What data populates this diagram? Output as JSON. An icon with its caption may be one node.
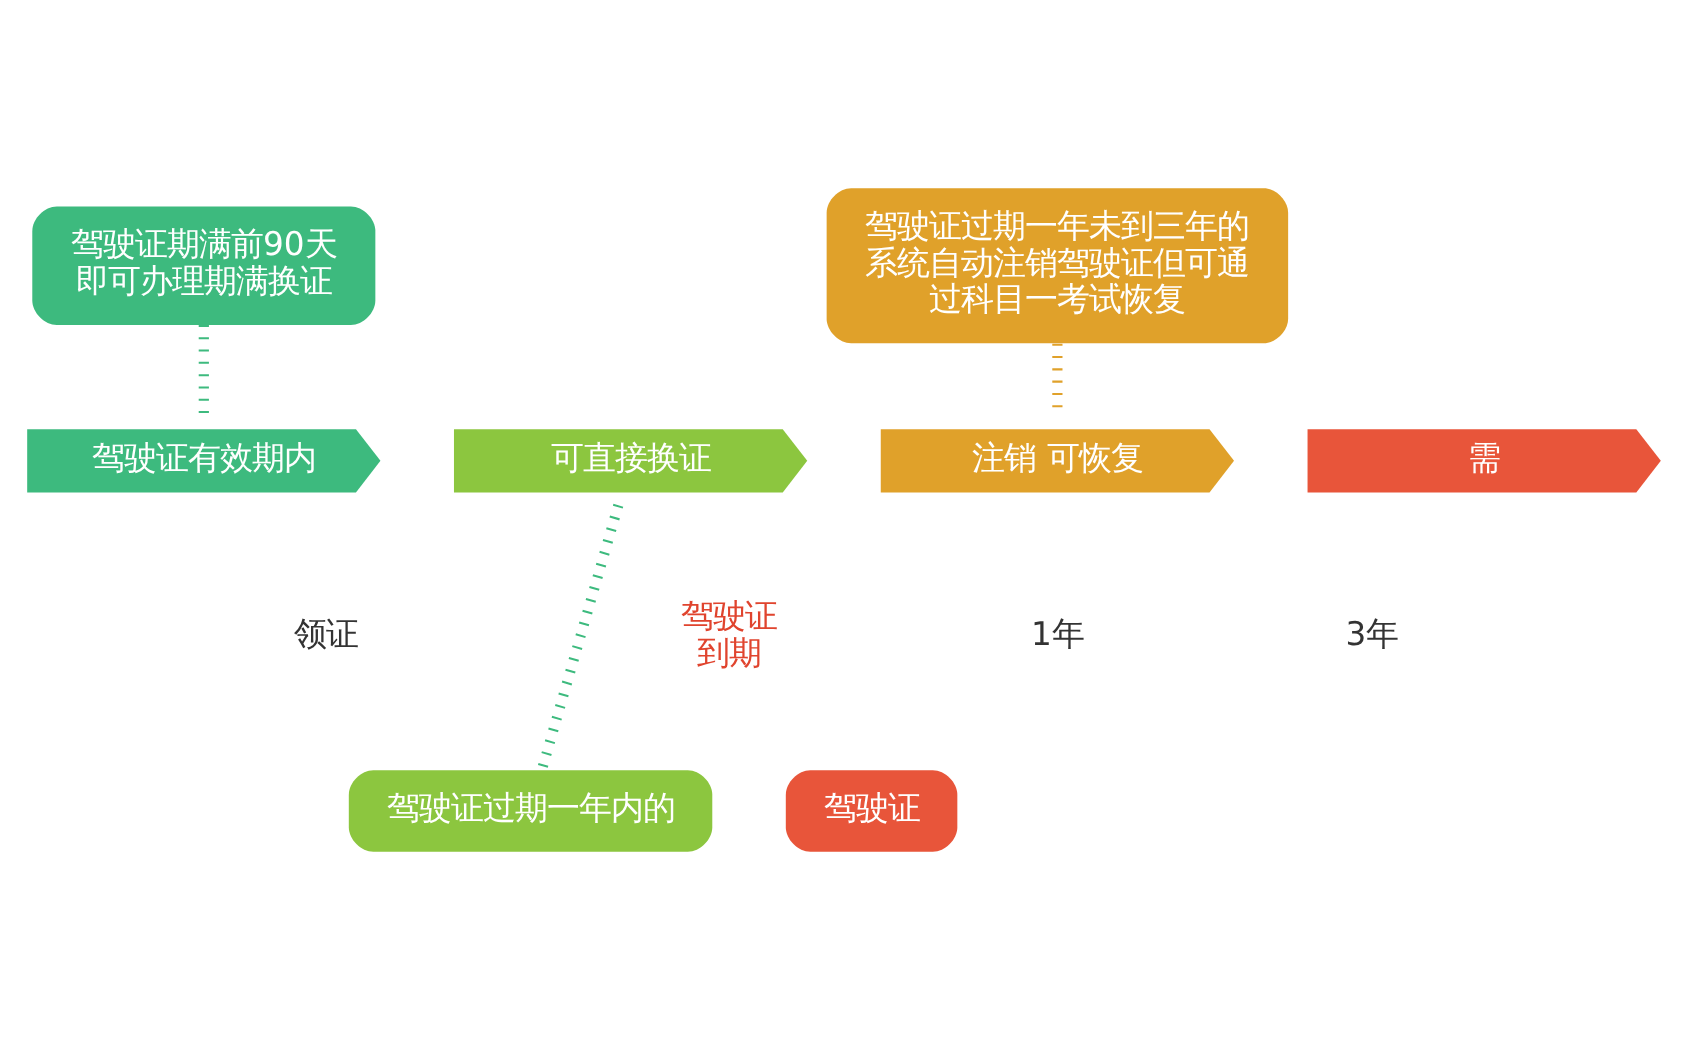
{
  "diagram": {
    "nodes": [
      {
        "text": [
          "驾驶证期满前90天即可办理期满换证"
        ]
      },
      {
        "text": [
          "驾驶证过期一年未到三年的系统自动注销驾驶证但可通过科目一考试恢复"
        ]
      },
      {
        "text": [
          "驾驶证有效期内"
        ]
      },
      {
        "text": [
          "可直接换证"
        ]
      },
      {
        "text": [
          "注销 可恢复"
        ]
      },
      {
        "text": [
          "需"
        ]
      },
      {
        "text": [
          "驾驶证过期一年内的"
        ]
      },
      {
        "text": [
          "驾驶证"
        ]
      }
    ],
    "edges": [
      {
        "from": 0,
        "to": 2,
        "arrow": "none"
      },
      {
        "from": 1,
        "to": 4,
        "arrow": "none",
        "color": "#e0a12a"
      },
      {
        "from": 3,
        "to": 6,
        "arrow": "none"
      }
    ],
    "labels": [
      "领证",
      "驾驶证到期",
      "1年",
      "3年"
    ]
  }
}
